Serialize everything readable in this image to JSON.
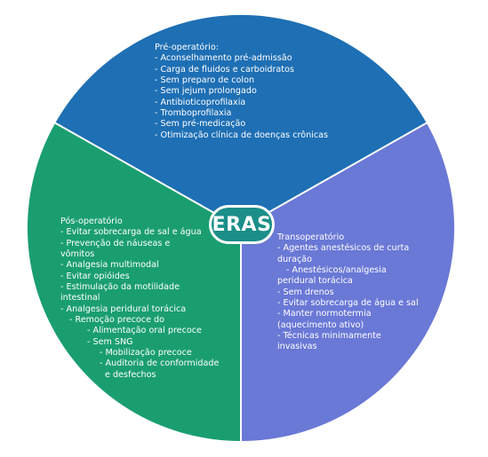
{
  "center_label": "ERAS",
  "colors": {
    "pre": "#1e6fb4",
    "trans": "#6a78d6",
    "pos": "#1a9e70",
    "hub": "#1b8e88"
  },
  "pre": {
    "heading": "Pré-operatório:",
    "items": [
      "- Aconselhamento pré-admissão",
      "- Carga de fluidos e carboidratos",
      "- Sem preparo de colon",
      "- Sem jejum prolongado",
      "- Antibioticoprofilaxia",
      "- Tromboprofilaxia",
      "- Sem pré-medicação",
      "- Otimização clínica de doenças crônicas"
    ]
  },
  "trans": {
    "heading": "Transoperatório",
    "items": [
      "- Agentes anestésicos de curta",
      "duração",
      "- Anestésicos/analgesia",
      "peridural torácica",
      "- Sem drenos",
      "- Evitar sobrecarga de água e sal",
      "- Manter normotermia",
      "(aquecimento ativo)",
      "- Técnicas minimamente",
      "invasivas"
    ]
  },
  "pos": {
    "heading": "Pós-operatório",
    "items": [
      "- Evitar sobrecarga de sal e água",
      "- Prevenção de náuseas e",
      "vômitos",
      "- Analgesia multimodal",
      "- Evitar opióides",
      "- Estimulação da motilidade",
      "intestinal",
      "- Analgesia peridural torácica",
      "- Remoção precoce do",
      "- Alimentação oral precoce",
      "- Sem SNG",
      "- Mobilização precoce",
      "- Auditoria de conformidade",
      "e desfechos"
    ]
  }
}
